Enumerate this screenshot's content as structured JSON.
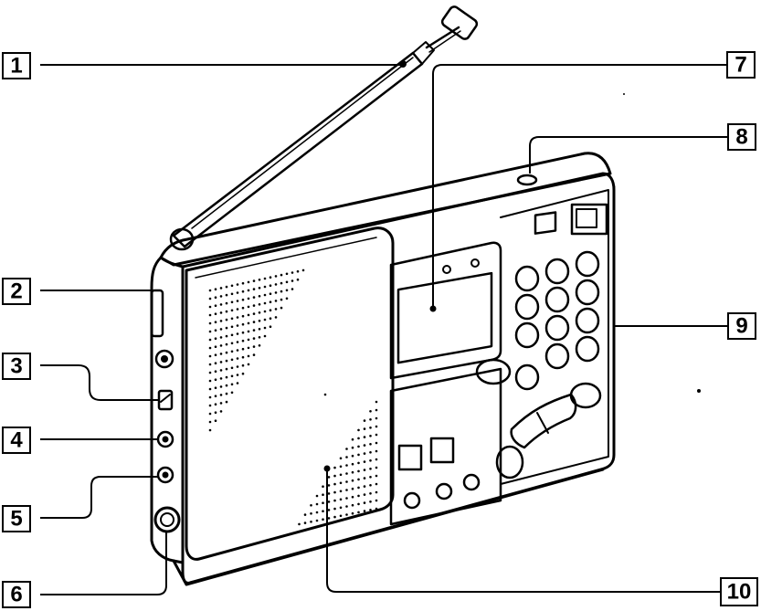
{
  "callouts": [
    "1",
    "2",
    "3",
    "4",
    "5",
    "6",
    "7",
    "8",
    "9",
    "10"
  ],
  "colors": {
    "ink": "#000000",
    "paper": "#ffffff",
    "body": "#f7f7f7"
  }
}
